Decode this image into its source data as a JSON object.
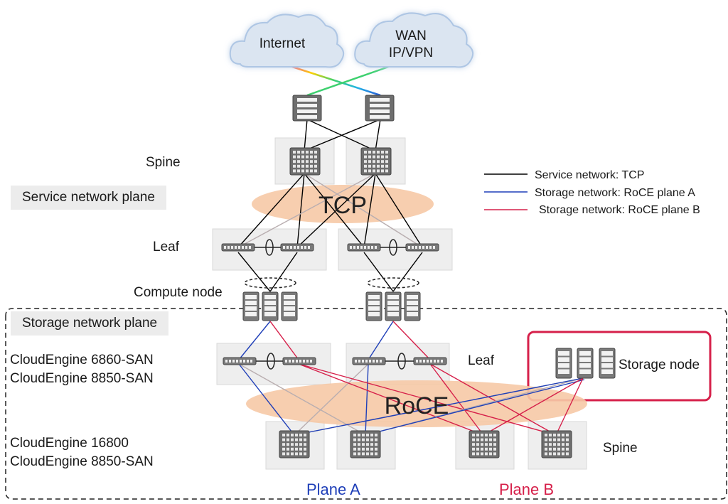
{
  "clouds": [
    {
      "id": "internet",
      "lines": [
        "Internet"
      ]
    },
    {
      "id": "wan",
      "lines": [
        "WAN",
        "IP/VPN"
      ]
    }
  ],
  "labels": {
    "spine_top": "Spine",
    "leaf_top": "Leaf",
    "compute_node": "Compute node",
    "leaf_bottom": "Leaf",
    "spine_bottom": "Spine",
    "storage_node": "Storage node",
    "leaf_models": [
      "CloudEngine 6860-SAN",
      "CloudEngine 8850-SAN"
    ],
    "spine_models": [
      "CloudEngine 16800",
      "CloudEngine 8850-SAN"
    ],
    "plane_a": "Plane A",
    "plane_b": "Plane B"
  },
  "planes": {
    "service": "Service network plane",
    "storage": "Storage network plane"
  },
  "ellipses": {
    "tcp": "TCP",
    "roce": "RoCE"
  },
  "legend": [
    {
      "label": "Service network: TCP",
      "color": "#000000"
    },
    {
      "label": "Storage network: RoCE plane A",
      "color": "#1f3fb8"
    },
    {
      "label": "Storage network: RoCE plane B",
      "color": "#d6204a"
    }
  ],
  "colors": {
    "plane_a": "#1f3fb8",
    "plane_b": "#d6204a",
    "ellipse": "#f6c9a6",
    "cloud_fill": "#dbe5f1",
    "storage_box": "#d6204a",
    "device_bg": "#eeeeee"
  }
}
